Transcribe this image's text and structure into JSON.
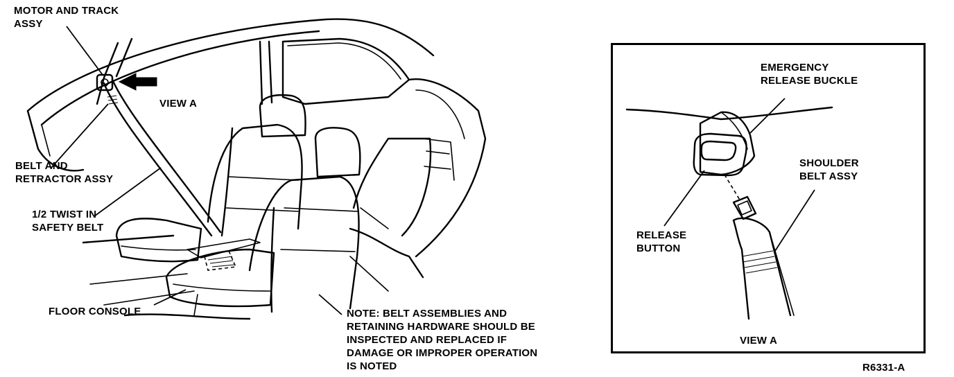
{
  "labels": {
    "motor_track": [
      "MOTOR AND TRACK",
      "ASSY"
    ],
    "view_a_main": "VIEW A",
    "belt_retractor": [
      "BELT AND",
      "RETRACTOR ASSY"
    ],
    "half_twist": [
      "1/2 TWIST IN",
      "SAFETY BELT"
    ],
    "floor_console": "FLOOR CONSOLE",
    "note": [
      "NOTE: BELT ASSEMBLIES AND",
      "RETAINING HARDWARE SHOULD BE",
      "INSPECTED AND REPLACED IF",
      "DAMAGE OR IMPROPER OPERATION",
      "IS NOTED"
    ],
    "emergency_buckle": [
      "EMERGENCY",
      "RELEASE BUCKLE"
    ],
    "shoulder_belt": [
      "SHOULDER",
      "BELT ASSY"
    ],
    "release_button": [
      "RELEASE",
      "BUTTON"
    ],
    "view_a_inset": "VIEW A",
    "figure_code": "R6331-A"
  }
}
